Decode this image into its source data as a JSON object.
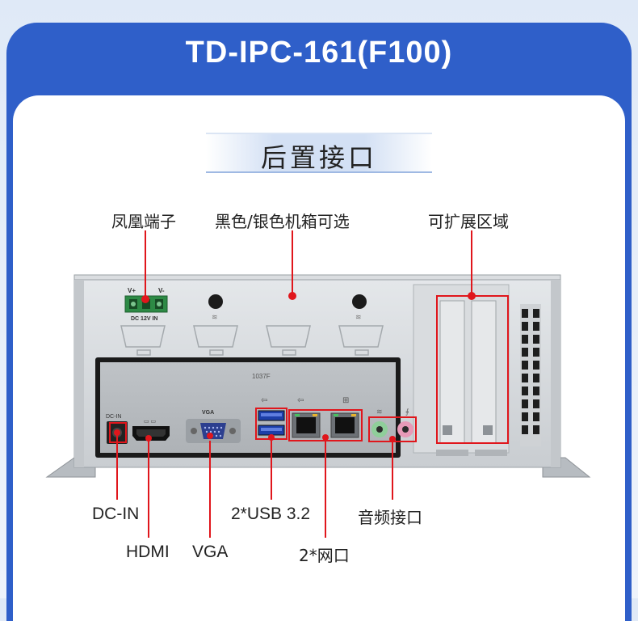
{
  "header": {
    "title": "TD-IPC-161(F100)"
  },
  "section": {
    "title": "后置接口"
  },
  "callouts": {
    "phoenix": "凤凰端子",
    "chassis": "黑色/银色机箱可选",
    "expansion": "可扩展区域",
    "dcin": "DC-IN",
    "hdmi": "HDMI",
    "vga": "VGA",
    "usb": "2*USB 3.2",
    "lan": "2*网口",
    "audio": "音频接口"
  },
  "panel_print": {
    "dc_plus": "V+",
    "dc_minus": "V-",
    "dc_label": "DC 12V IN",
    "model": "1037F",
    "vga": "VGA",
    "dcin": "DC-IN"
  },
  "colors": {
    "accent": "#2f5fc9",
    "callout": "#e0161c"
  }
}
